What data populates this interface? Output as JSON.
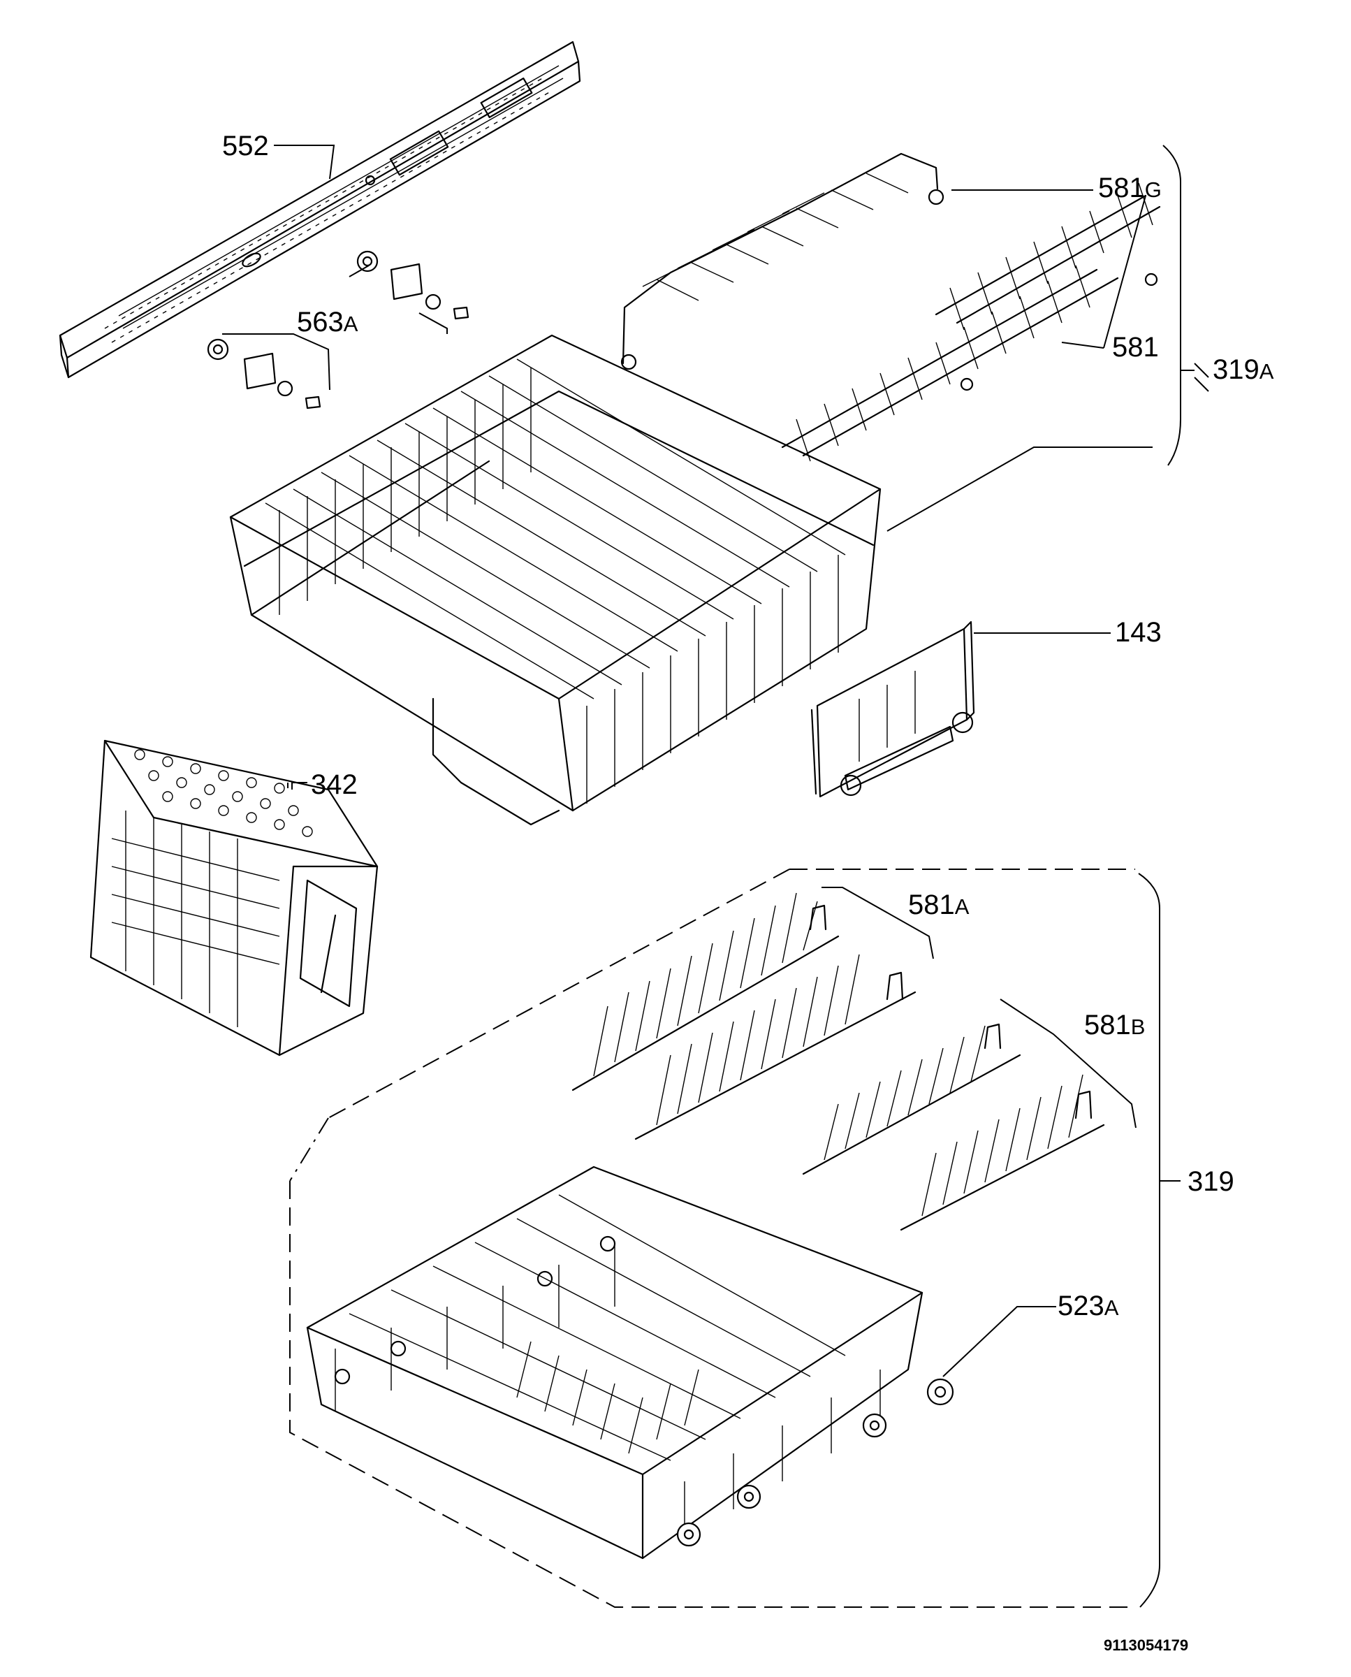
{
  "callouts": {
    "c552": "552",
    "c563a": {
      "num": "563",
      "suffix": "A"
    },
    "c581g": {
      "num": "581",
      "suffix": "G"
    },
    "c581": "581",
    "c319a": {
      "num": "319",
      "suffix": "A"
    },
    "c143": "143",
    "c342": "342",
    "c581a": {
      "num": "581",
      "suffix": "A"
    },
    "c581b": {
      "num": "581",
      "suffix": "B"
    },
    "c319": "319",
    "c523a": {
      "num": "523",
      "suffix": "A"
    }
  },
  "document_number": "9113054179",
  "icons": [
    "rail-part",
    "bracket-part",
    "basket-upper-part",
    "tine-rack-part",
    "cutlery-basket-part",
    "rack-support-part",
    "basket-lower-part",
    "wheel-part"
  ]
}
